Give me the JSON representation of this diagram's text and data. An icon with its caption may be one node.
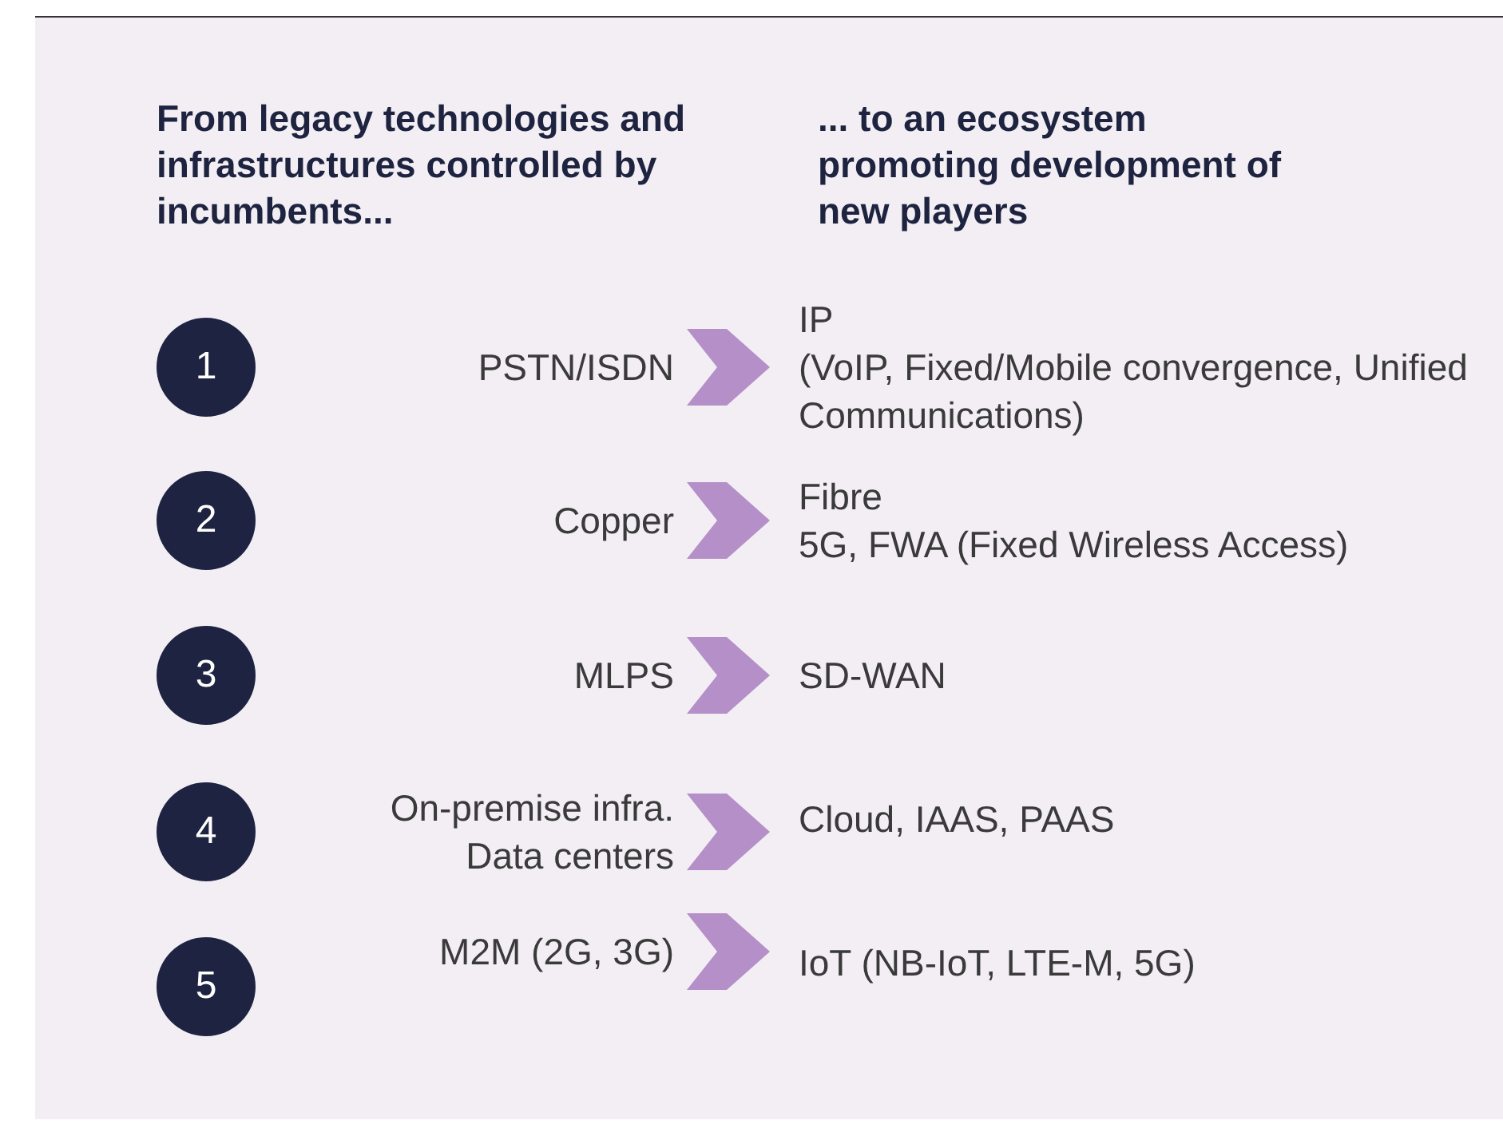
{
  "diagram": {
    "nodes": [
      {
        "text": [
          "1"
        ]
      },
      {
        "text": [
          "PSTN/ISDN"
        ]
      },
      {
        "text": [
          "IP",
          "(VoIP, Fixed/Mobile convergence, Unified Communications)"
        ]
      },
      {
        "text": [
          "2"
        ]
      },
      {
        "text": [
          "Copper"
        ]
      },
      {
        "text": [
          "Fibre",
          "5G, FWA (Fixed Wireless Access)"
        ]
      },
      {
        "text": [
          "3"
        ]
      },
      {
        "text": [
          "MLPS"
        ]
      },
      {
        "text": [
          "SD-WAN"
        ]
      },
      {
        "text": [
          "4"
        ]
      },
      {
        "text": [
          "On-premise infra.",
          "Data centers"
        ]
      },
      {
        "text": [
          "Cloud, IAAS, PAAS"
        ]
      },
      {
        "text": [
          "5"
        ]
      },
      {
        "text": [
          "M2M (2G, 3G)"
        ]
      },
      {
        "text": [
          "IoT (NB-IoT, LTE-M, 5G)"
        ]
      }
    ],
    "edges": [
      {
        "from": 1,
        "to": 2,
        "arrow": "to"
      },
      {
        "from": 4,
        "to": 5,
        "arrow": "to"
      },
      {
        "from": 7,
        "to": 8,
        "arrow": "to"
      },
      {
        "from": 10,
        "to": 11,
        "arrow": "to"
      },
      {
        "from": 13,
        "to": 14,
        "arrow": "to"
      }
    ],
    "labels": [
      "From legacy technologies and infrastructures controlled by incumbents...",
      "... to an ecosystem promoting development of new players"
    ]
  }
}
